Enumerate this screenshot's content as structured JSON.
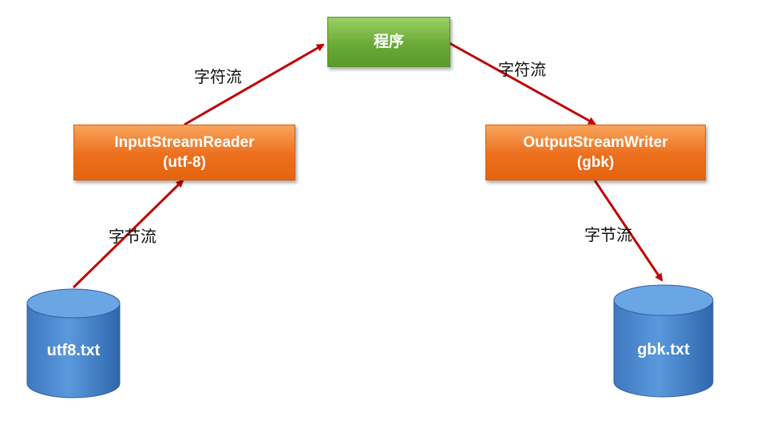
{
  "nodes": {
    "program": {
      "label": "程序",
      "color": "#6aaa36"
    },
    "reader": {
      "line1": "InputStreamReader",
      "line2": "(utf-8)",
      "color": "#ec6f1c"
    },
    "writer": {
      "line1": "OutputStreamWriter",
      "line2": "(gbk)",
      "color": "#ec6f1c"
    },
    "source_file": {
      "label": "utf8.txt",
      "shape": "cylinder",
      "color": "#4a86cc"
    },
    "target_file": {
      "label": "gbk.txt",
      "shape": "cylinder",
      "color": "#4a86cc"
    }
  },
  "edges": {
    "file_to_reader": {
      "label": "字节流"
    },
    "reader_to_program": {
      "label": "字符流"
    },
    "program_to_writer": {
      "label": "字符流"
    },
    "writer_to_file": {
      "label": "字节流"
    },
    "arrow_color": "#c00000"
  }
}
